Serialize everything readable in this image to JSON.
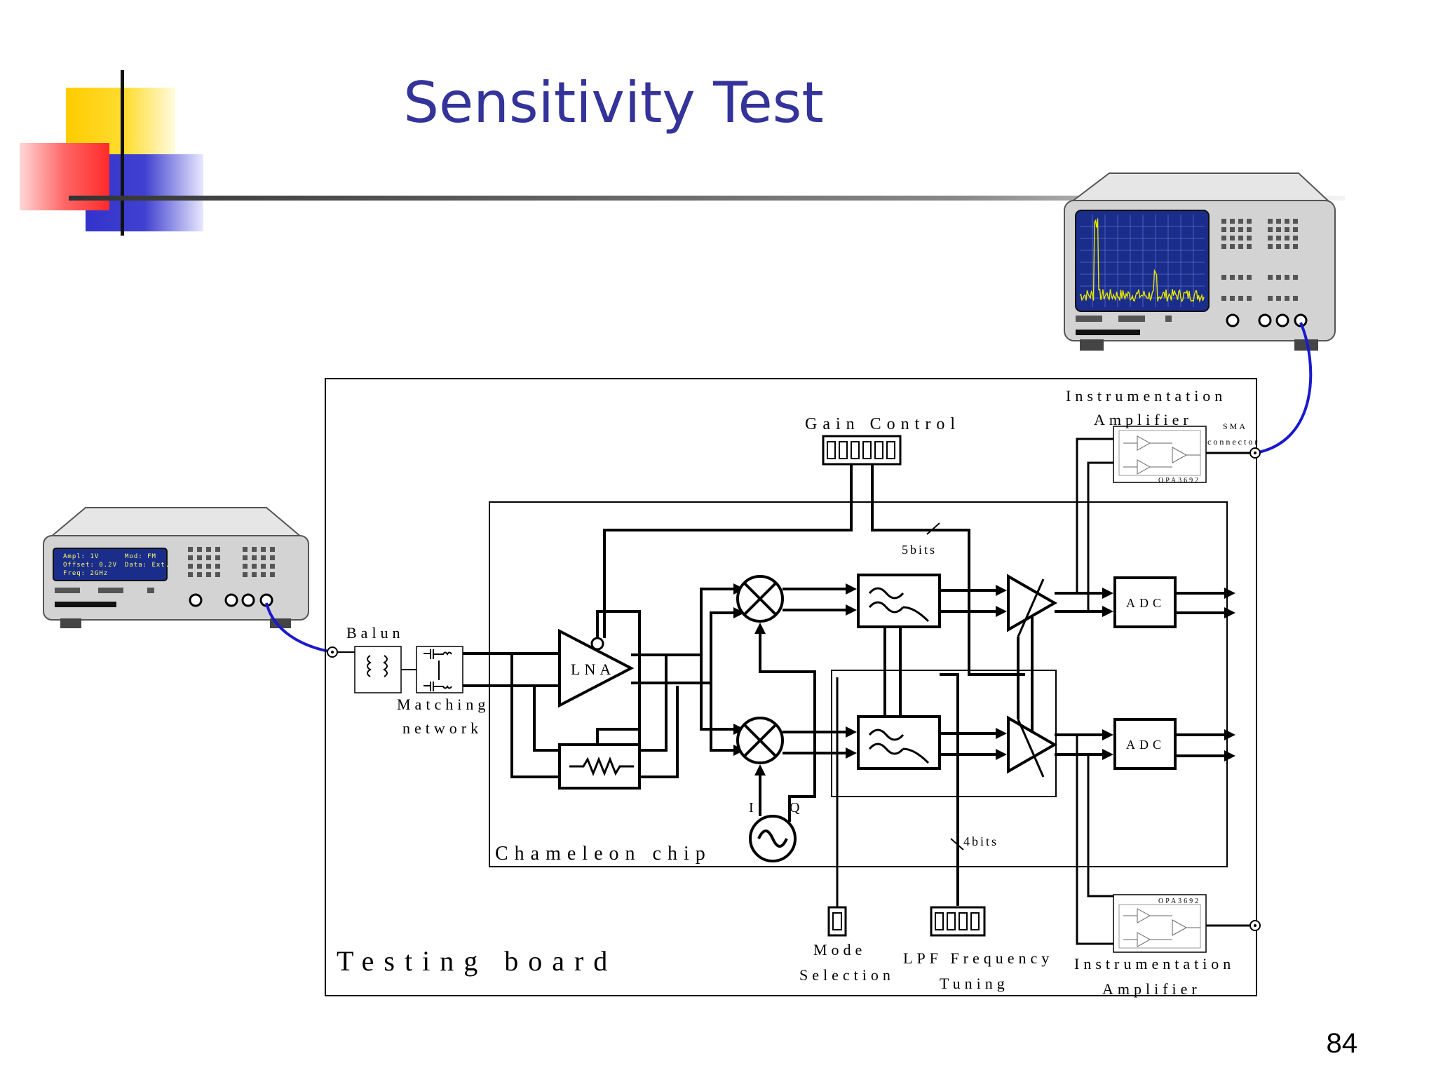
{
  "slide": {
    "title": "Sensitivity Test",
    "page_number": "84"
  },
  "colors": {
    "title": "#33339a",
    "deco_yellow": "#ffcc00",
    "deco_red": "#ff3333",
    "deco_blue": "#3333cc",
    "cable": "#1a1acc",
    "screen": "#1a2d8a",
    "spectrum_trace": "#e6e600"
  },
  "signal_generator": {
    "display_lines": [
      "Ampl:  1V",
      "Offset: 0.2V",
      "Freq:  2GHz"
    ],
    "display_right": [
      "Mod:  FM",
      "Data:  Ext."
    ]
  },
  "diagram": {
    "testing_board": "Testing board",
    "chip": "Chameleon chip",
    "balun": "Balun",
    "matching_network": [
      "Matching",
      "network"
    ],
    "gain_control": "Gain Control",
    "lna": "LNA",
    "five_bits": "5bits",
    "four_bits": "4bits",
    "adc_top": "ADC",
    "adc_bottom": "ADC",
    "i_label": "I",
    "q_label": "Q",
    "mode_selection": [
      "Mode",
      "Selection"
    ],
    "lpf_tuning": [
      "LPF Frequency",
      "Tuning"
    ],
    "inst_amp_top": [
      "Instrumentation",
      "Amplifier"
    ],
    "inst_amp_bottom": [
      "Instrumentation",
      "Amplifier"
    ],
    "sma_connector": [
      "SMA",
      "connector"
    ],
    "opa_top": "OPA3692",
    "opa_bottom": "OPA3692"
  }
}
